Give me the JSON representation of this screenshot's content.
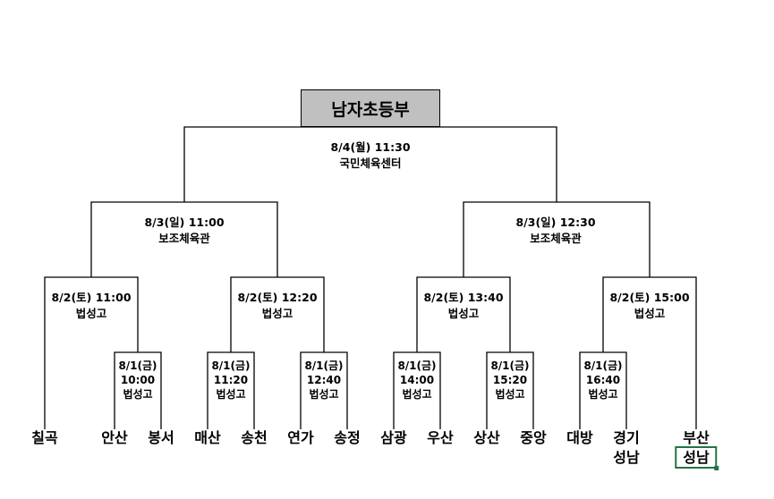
{
  "title": "남자초등부",
  "final": {
    "date": "8/4(월) 11:30",
    "venue": "국민체육센터"
  },
  "semifinals": [
    {
      "date": "8/3(일) 11:00",
      "venue": "보조체육관"
    },
    {
      "date": "8/3(일) 12:30",
      "venue": "보조체육관"
    }
  ],
  "quarterfinals": [
    {
      "date": "8/2(토) 11:00",
      "venue": "법성고"
    },
    {
      "date": "8/2(토) 12:20",
      "venue": "법성고"
    },
    {
      "date": "8/2(토) 13:40",
      "venue": "법성고"
    },
    {
      "date": "8/2(토) 15:00",
      "venue": "법성고"
    }
  ],
  "round1": [
    {
      "day": "8/1(금)",
      "time": "10:00",
      "venue": "법성고"
    },
    {
      "day": "8/1(금)",
      "time": "11:20",
      "venue": "법성고"
    },
    {
      "day": "8/1(금)",
      "time": "12:40",
      "venue": "법성고"
    },
    {
      "day": "8/1(금)",
      "time": "14:00",
      "venue": "법성고"
    },
    {
      "day": "8/1(금)",
      "time": "15:20",
      "venue": "법성고"
    },
    {
      "day": "8/1(금)",
      "time": "16:40",
      "venue": "법성고"
    }
  ],
  "teams": [
    {
      "line1": "칠곡"
    },
    {
      "line1": "안산"
    },
    {
      "line1": "봉서"
    },
    {
      "line1": "매산"
    },
    {
      "line1": "송천"
    },
    {
      "line1": "연가"
    },
    {
      "line1": "송정"
    },
    {
      "line1": "삼광"
    },
    {
      "line1": "우산"
    },
    {
      "line1": "상산"
    },
    {
      "line1": "중앙"
    },
    {
      "line1": "대방"
    },
    {
      "line1": "경기",
      "line2": "성남"
    },
    {
      "line1": "부산",
      "line2": "성남"
    }
  ]
}
